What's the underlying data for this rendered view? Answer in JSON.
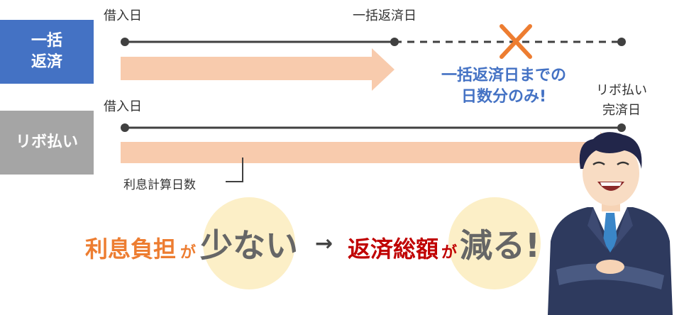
{
  "lump_sum": {
    "label_line1": "一括",
    "label_line2": "返済",
    "borrow_date": "借入日",
    "repay_date": "一括返済日",
    "note_line1": "一括返済日までの",
    "note_line2": "日数分のみ!"
  },
  "revolving": {
    "label": "リボ払い",
    "borrow_date": "借入日",
    "complete_line1": "リボ払い",
    "complete_line2": "完済日",
    "interest_days": "利息計算日数"
  },
  "bottom": {
    "interest_burden": "利息負担",
    "ga1": "が",
    "less": "少ない",
    "arrow": "→",
    "total_repayment": "返済総額",
    "ga2": "が",
    "decrease": "減る!"
  },
  "colors": {
    "lump_box": "#4472C4",
    "revo_box": "#A5A5A5",
    "arrow_fill": "#F8CBAD",
    "cross": "#ED7D31",
    "orange_text": "#ED7D31",
    "red_text": "#C00000",
    "gray_text": "#666666",
    "circle": "#FCEFC7"
  }
}
